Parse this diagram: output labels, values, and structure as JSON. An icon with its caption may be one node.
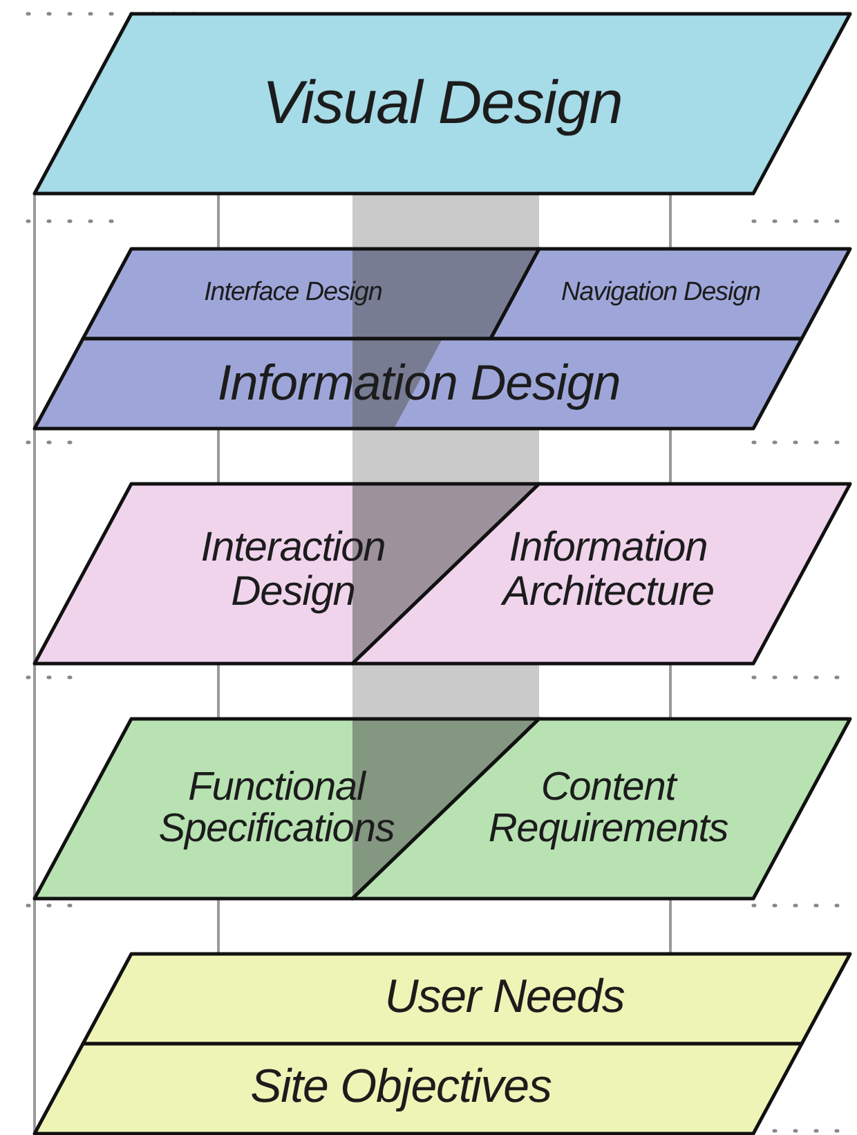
{
  "diagram": {
    "nodes": [
      {
        "text": [
          "Visual Design"
        ]
      },
      {
        "text": [
          "Interface Design"
        ]
      },
      {
        "text": [
          "Navigation Design"
        ]
      },
      {
        "text": [
          "Information Design"
        ]
      },
      {
        "text": [
          "Interaction Design"
        ]
      },
      {
        "text": [
          "Information Architecture"
        ]
      },
      {
        "text": [
          "Functional Specifications"
        ]
      },
      {
        "text": [
          "Content Requirements"
        ]
      },
      {
        "text": [
          "User Needs"
        ]
      },
      {
        "text": [
          "Site Objectives"
        ]
      }
    ]
  }
}
